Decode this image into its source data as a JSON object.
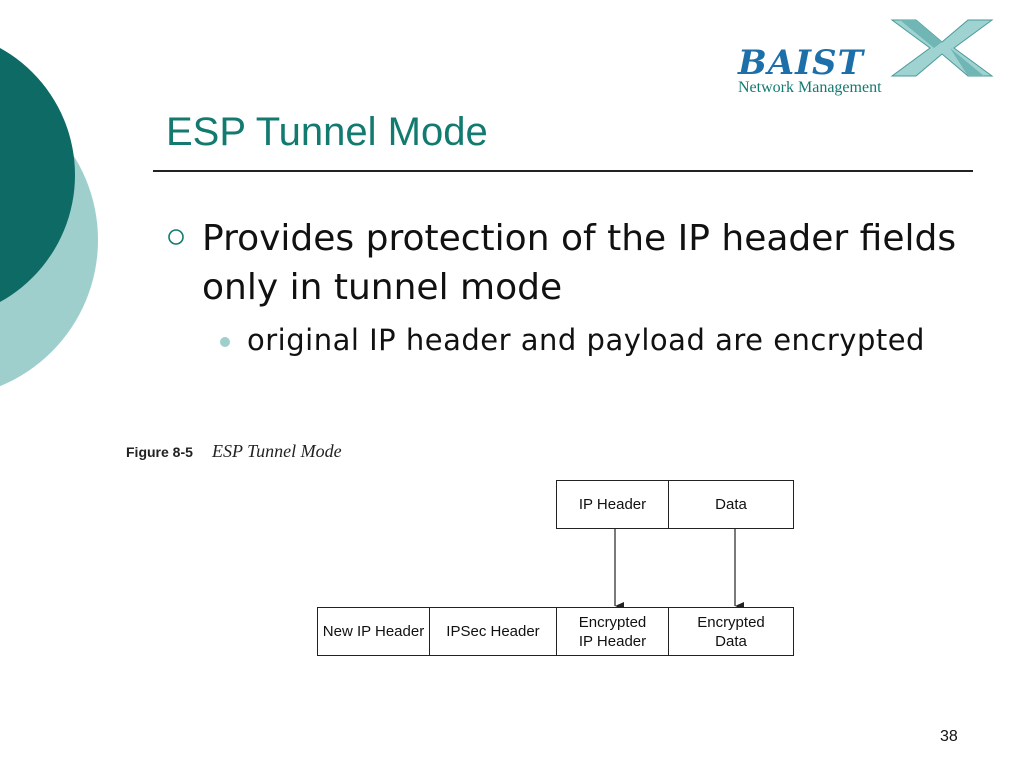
{
  "logo": {
    "brand": "BAIST",
    "tagline": "Network Management"
  },
  "slide": {
    "title": "ESP Tunnel Mode",
    "bullets": [
      {
        "text": "Provides protection of the IP header fields only in tunnel mode",
        "sub": [
          {
            "text": "original IP header and payload are encrypted"
          }
        ]
      }
    ],
    "page_number": "38"
  },
  "figure": {
    "number": "Figure 8-5",
    "caption": "ESP Tunnel Mode",
    "top_row": [
      "IP Header",
      "Data"
    ],
    "bottom_row": [
      "New IP Header",
      "IPSec Header",
      "Encrypted\nIP Header",
      "Encrypted\nData"
    ]
  },
  "colors": {
    "title": "#137a70",
    "deco_dark": "#0d6a65",
    "deco_light": "#9fcfcc",
    "logo_blue": "#1c6fa8"
  }
}
